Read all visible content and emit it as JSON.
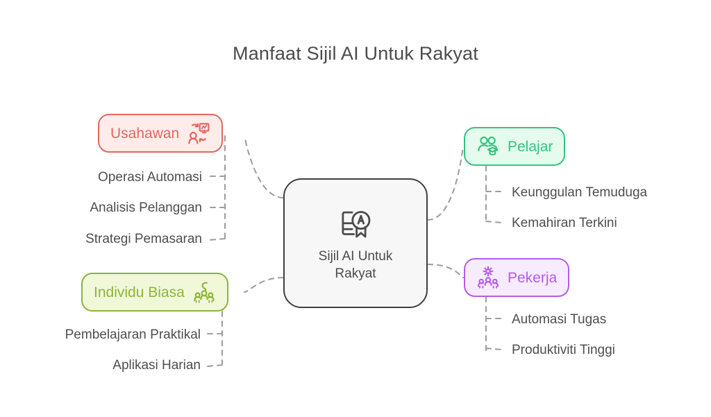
{
  "page": {
    "title": "Manfaat Sijil AI Untuk Rakyat",
    "background_color": "#ffffff",
    "text_color": "#4b4b4b"
  },
  "central": {
    "label": "Sijil AI Untuk Rakyat",
    "icon": "certificate-award-icon",
    "fill_color": "#f7f7f7",
    "border_color": "#3f3f3f"
  },
  "connectors": {
    "style": "dashed",
    "color": "#9e9e9e"
  },
  "branches": [
    {
      "id": "usahawan",
      "label": "Usahawan",
      "icon": "entrepreneur-process-icon",
      "accent_color": "#e2685f",
      "fill_color": "#fdecea",
      "side": "left",
      "items": [
        "Operasi Automasi",
        "Analisis Pelanggan",
        "Strategi Pemasaran"
      ]
    },
    {
      "id": "individu-biasa",
      "label": "Individu Biasa",
      "icon": "community-people-icon",
      "accent_color": "#8cb535",
      "fill_color": "#f1f8da",
      "side": "left",
      "items": [
        "Pembelajaran Praktikal",
        "Aplikasi Harian"
      ]
    },
    {
      "id": "pelajar",
      "label": "Pelajar",
      "icon": "students-graduation-icon",
      "accent_color": "#34c37d",
      "fill_color": "#e4fbee",
      "side": "right",
      "items": [
        "Keunggulan Temuduga",
        "Kemahiran Terkini"
      ]
    },
    {
      "id": "pekerja",
      "label": "Pekerja",
      "icon": "workers-gear-icon",
      "accent_color": "#b45bec",
      "fill_color": "#f7ecfd",
      "side": "right",
      "items": [
        "Automasi Tugas",
        "Produktiviti Tinggi"
      ]
    }
  ]
}
